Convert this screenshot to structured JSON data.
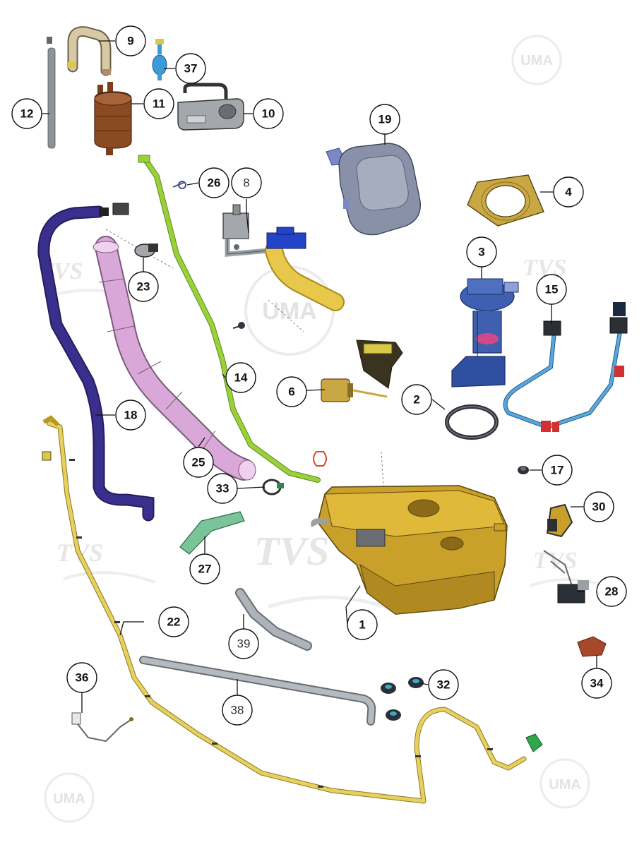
{
  "watermarks": {
    "uma": "UMA",
    "tvs": "TVS"
  },
  "colors": {
    "tank": "#d9b02a",
    "filler_pipe": "#d9a8d8",
    "breather_hose_18": "#3a2f8c",
    "vent_hose_14": "#9ad13b",
    "fuel_line_22": "#d9c04a",
    "pump_module_3": "#3f5fb0",
    "fuel_line_15": "#5aa7e0",
    "canister_11": "#8a4a22",
    "cover_19": "#8891a8"
  },
  "callouts": [
    {
      "id": "c1",
      "label": "1"
    },
    {
      "id": "c2",
      "label": "2"
    },
    {
      "id": "c3",
      "label": "3"
    },
    {
      "id": "c4",
      "label": "4"
    },
    {
      "id": "c6",
      "label": "6"
    },
    {
      "id": "c8",
      "label": "8"
    },
    {
      "id": "c9",
      "label": "9"
    },
    {
      "id": "c10",
      "label": "10"
    },
    {
      "id": "c11",
      "label": "11"
    },
    {
      "id": "c12",
      "label": "12"
    },
    {
      "id": "c14",
      "label": "14"
    },
    {
      "id": "c15",
      "label": "15"
    },
    {
      "id": "c17",
      "label": "17"
    },
    {
      "id": "c18",
      "label": "18"
    },
    {
      "id": "c19",
      "label": "19"
    },
    {
      "id": "c22",
      "label": "22"
    },
    {
      "id": "c23",
      "label": "23"
    },
    {
      "id": "c25",
      "label": "25"
    },
    {
      "id": "c26",
      "label": "26"
    },
    {
      "id": "c27",
      "label": "27"
    },
    {
      "id": "c28",
      "label": "28"
    },
    {
      "id": "c30",
      "label": "30"
    },
    {
      "id": "c32",
      "label": "32"
    },
    {
      "id": "c33",
      "label": "33"
    },
    {
      "id": "c34",
      "label": "34"
    },
    {
      "id": "c36",
      "label": "36"
    },
    {
      "id": "c37",
      "label": "37"
    },
    {
      "id": "c38",
      "label": "38"
    },
    {
      "id": "c39",
      "label": "39"
    }
  ]
}
